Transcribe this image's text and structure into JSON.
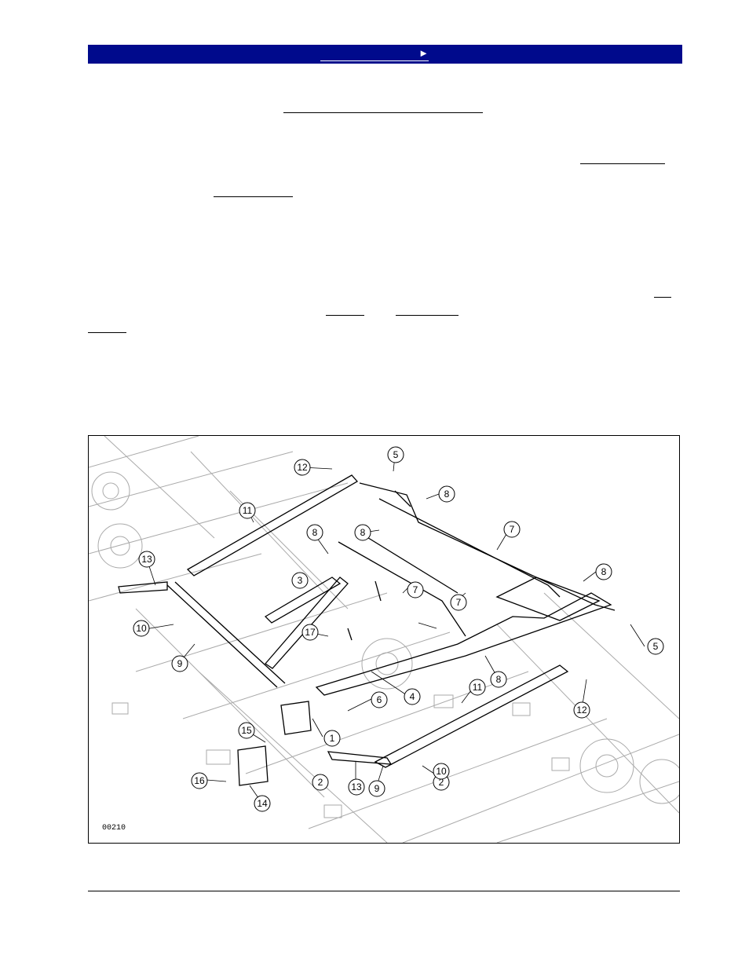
{
  "header": {
    "nav_arrow_icon": "right-triangle-icon",
    "nav_arrow": "►",
    "bar_color": "#000a8c"
  },
  "figure": {
    "figure_id": "00210",
    "callouts": [
      "1",
      "2",
      "2",
      "3",
      "4",
      "5",
      "5",
      "6",
      "7",
      "7",
      "7",
      "8",
      "8",
      "8",
      "8",
      "8",
      "9",
      "9",
      "10",
      "10",
      "11",
      "11",
      "12",
      "12",
      "13",
      "13",
      "14",
      "15",
      "16",
      "17"
    ]
  }
}
